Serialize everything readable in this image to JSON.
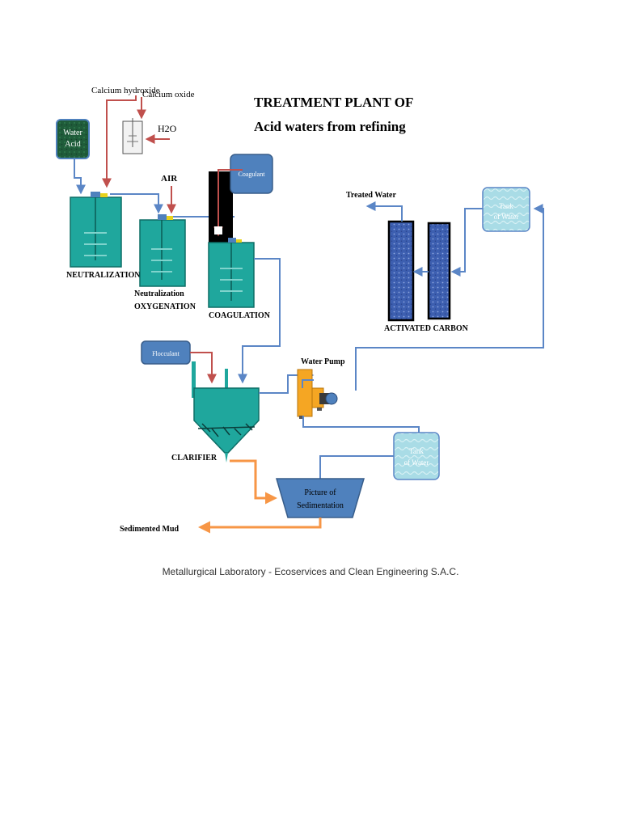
{
  "title": {
    "line1": "TREATMENT PLANT OF",
    "line2": "Acid waters from refining"
  },
  "inputs": {
    "calcium_hydroxide": "Calcium hydroxide",
    "calcium_oxide": "Calcium oxide",
    "h2o": "H2O",
    "air": "AIR",
    "water_acid_line1": "Water",
    "water_acid_line2": "Acid",
    "coagulant": "Coagulant",
    "flocculant": "Flocculant"
  },
  "stages": {
    "neutralization": "NEUTRALIZATION",
    "neutralization_oxygenation_line1": "Neutralization",
    "neutralization_oxygenation_line2": "OXYGENATION",
    "coagulation": "COAGULATION",
    "clarifier": "CLARIFIER",
    "water_pump": "Water Pump",
    "activated_carbon": "ACTIVATED CARBON",
    "treated_water": "Treated Water",
    "tank_of_water_line1": "Tank",
    "tank_of_water_line2": "of Water",
    "sedimentation_line1": "Picture of",
    "sedimentation_line2": "Sedimentation",
    "sedimented_mud": "Sedimented Mud"
  },
  "footer": "Metallurgical Laboratory - Ecoservices and Clean Engineering S.A.C.",
  "colors": {
    "tank_teal": "#1fa79d",
    "tank_dark": "#0e6e67",
    "flow_blue": "#5b86c6",
    "flow_red": "#c0504d",
    "flow_orange": "#f79646",
    "box_blue": "#4f81bd",
    "water_tank_light": "#a9dce6",
    "carbon_blue": "#3d5fb0",
    "pump_orange": "#f5a623",
    "water_acid_green": "#1f5c3a"
  }
}
